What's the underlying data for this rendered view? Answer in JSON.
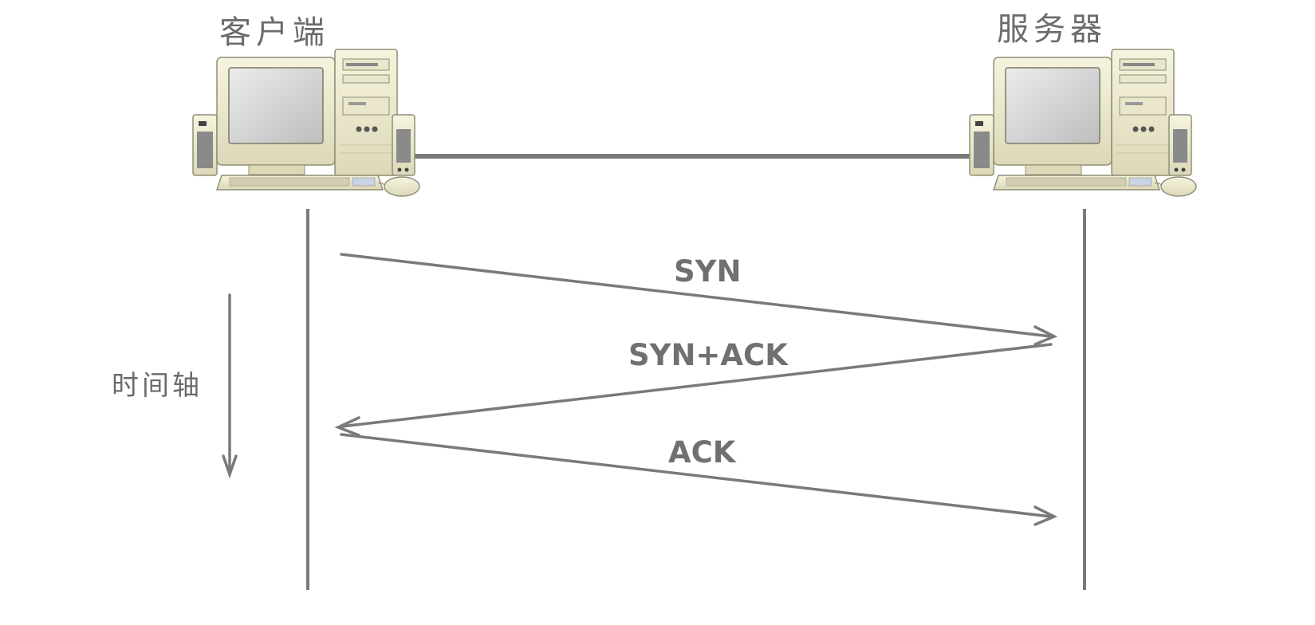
{
  "nodes": {
    "client": {
      "label": "客户端"
    },
    "server": {
      "label": "服务器"
    }
  },
  "time_axis": {
    "label": "时间轴"
  },
  "messages": [
    {
      "label": "SYN",
      "from": "client",
      "to": "server"
    },
    {
      "label": "SYN+ACK",
      "from": "server",
      "to": "client"
    },
    {
      "label": "ACK",
      "from": "client",
      "to": "server"
    }
  ],
  "colors": {
    "line": "#7a7a7a",
    "text": "#6b6b6b",
    "computer_body": "#efecd0",
    "computer_outline": "#9a9a80",
    "screen": "#d6d6d6"
  },
  "icons": {
    "client": "desktop-computer-icon",
    "server": "desktop-computer-icon"
  }
}
